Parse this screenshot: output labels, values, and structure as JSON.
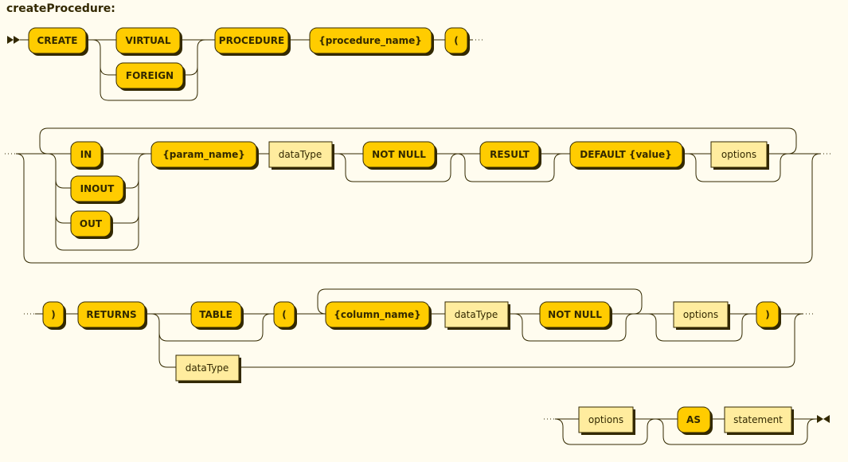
{
  "title": "createProcedure:",
  "nodes": {
    "create": "CREATE",
    "virtual": "VIRTUAL",
    "foreign": "FOREIGN",
    "procedure": "PROCEDURE",
    "procedure_name": "{procedure_name}",
    "open_paren_1": "(",
    "in": "IN",
    "inout": "INOUT",
    "out": "OUT",
    "param_name": "{param_name}",
    "param_datatype": "dataType",
    "param_not_null": "NOT NULL",
    "result": "RESULT",
    "default_value": "DEFAULT {value}",
    "param_options": "options",
    "close_paren_1": ")",
    "returns": "RETURNS",
    "table": "TABLE",
    "open_paren_2": "(",
    "column_name": "{column_name}",
    "column_datatype": "dataType",
    "column_not_null": "NOT NULL",
    "table_options": "options",
    "close_paren_2": ")",
    "returns_datatype": "dataType",
    "proc_options": "options",
    "as": "AS",
    "statement": "statement"
  },
  "colors": {
    "background": "#FFFCEF",
    "terminal_fill": "#FFCC00",
    "nonterminal_fill": "#FFEC9E",
    "line": "#332900"
  }
}
